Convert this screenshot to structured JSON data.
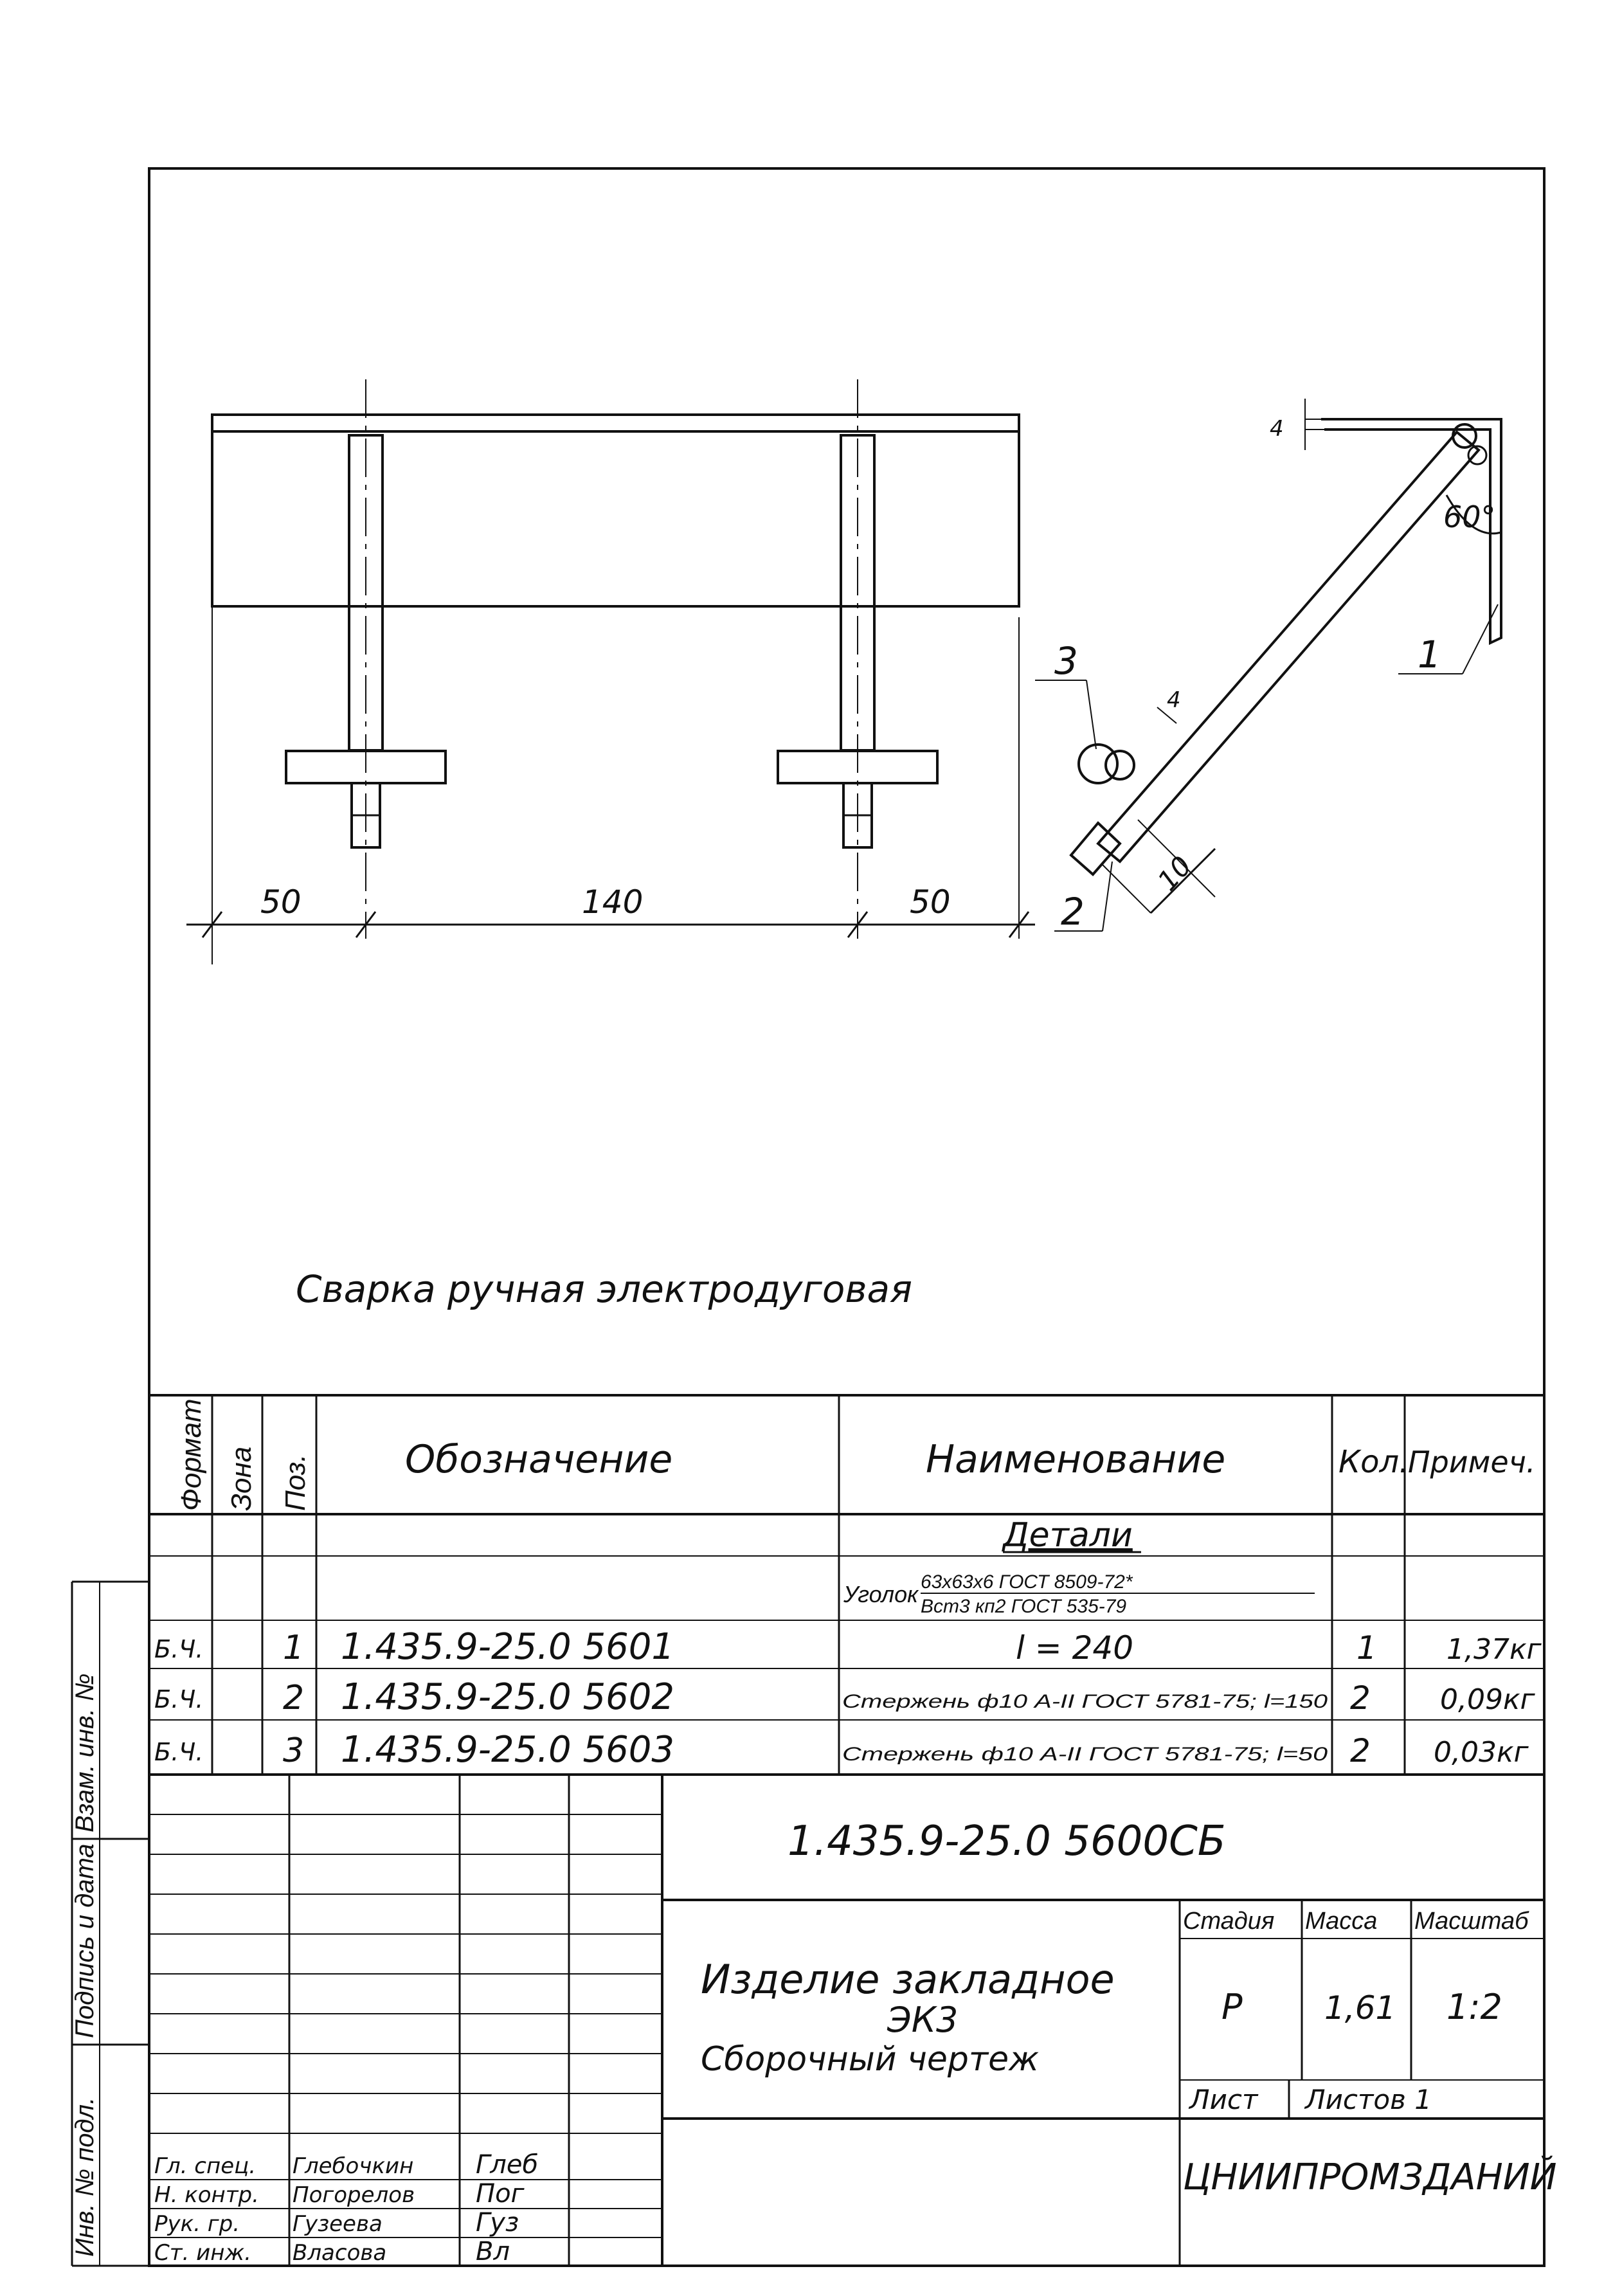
{
  "drawing": {
    "dimensions": {
      "left": "50",
      "middle": "140",
      "right": "50",
      "weld_leg_top": "4",
      "weld_leg_mid": "4",
      "bar_offset": "10",
      "angle": "60°"
    },
    "callouts": {
      "p1": "1",
      "p2": "2",
      "p3": "3"
    },
    "welding_note": "Сварка ручная электродуговая"
  },
  "spec_table": {
    "headers": {
      "format": "Формат",
      "zone": "Зона",
      "pos": "Поз.",
      "designation": "Обозначение",
      "name": "Наименование",
      "qty": "Кол.",
      "note": "Примеч."
    },
    "section": "Детали",
    "angle_row": {
      "label": "Уголок",
      "top": "63х63х6 ГОСТ 8509-72*",
      "bottom": "Вст3 кп2 ГОСТ 535-79"
    },
    "rows": [
      {
        "format": "Б.Ч.",
        "pos": "1",
        "designation": "1.435.9-25.0 5601",
        "name": "l = 240",
        "qty": "1",
        "note": "1,37кг"
      },
      {
        "format": "Б.Ч.",
        "pos": "2",
        "designation": "1.435.9-25.0 5602",
        "name": "Стержень ф10 А-II ГОСТ 5781-75; l=150",
        "qty": "2",
        "note": "0,09кг"
      },
      {
        "format": "Б.Ч.",
        "pos": "3",
        "designation": "1.435.9-25.0 5603",
        "name": "Стержень ф10 А-II ГОСТ 5781-75; l=50",
        "qty": "2",
        "note": "0,03кг"
      }
    ]
  },
  "title_block": {
    "doc_code": "1.435.9-25.0 5600СБ",
    "title_line1": "Изделие закладное",
    "title_line2": "ЭК3",
    "title_line3": "Сборочный чертеж",
    "stage_label": "Стадия",
    "mass_label": "Масса",
    "scale_label": "Масштаб",
    "stage": "Р",
    "mass": "1,61",
    "scale": "1:2",
    "sheet_label": "Лист",
    "sheets_label": "Листов 1",
    "organization": "ЦНИИПРОМЗДАНИЙ",
    "signers": [
      {
        "role": "Гл. спец.",
        "name": "Глебочкин",
        "signature": "Глеб"
      },
      {
        "role": "Н. контр.",
        "name": "Погорелов",
        "signature": "Пог"
      },
      {
        "role": "Рук. гр.",
        "name": "Гузеева",
        "signature": "Гуз"
      },
      {
        "role": "Ст. инж.",
        "name": "Власова",
        "signature": "Вл"
      }
    ]
  },
  "side_stamps": {
    "inv_orig": "Инв. № подл.",
    "sign_date": "Подпись и дата",
    "replace_inv": "Взам. инв. №"
  }
}
